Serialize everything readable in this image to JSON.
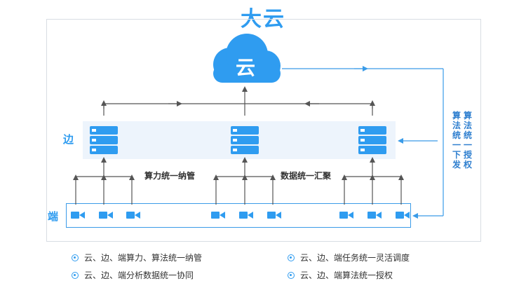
{
  "title": "大云",
  "cloud_label": "云",
  "tiers": {
    "edge": "边",
    "device": "端"
  },
  "annotations": {
    "compute": "算力统一纳管",
    "data": "数据统一汇聚"
  },
  "side_labels": {
    "dispatch": "算法统一下发",
    "authorize": "算法统一授权"
  },
  "legend": [
    "云、边、端算力、算法统一纳管",
    "云、边、端任务统一灵活调度",
    "云、边、端分析数据统一协同",
    "云、边、端算法统一授权"
  ],
  "colors": {
    "accent": "#2f9cf0",
    "cloud": "#2f9cf0",
    "line_dark": "#555555",
    "line_blue": "#3a9be8",
    "edge_band": "#edf4fc"
  },
  "icons": [
    "cloud-icon",
    "server-icon",
    "camera-icon",
    "radio-bullet-icon"
  ]
}
